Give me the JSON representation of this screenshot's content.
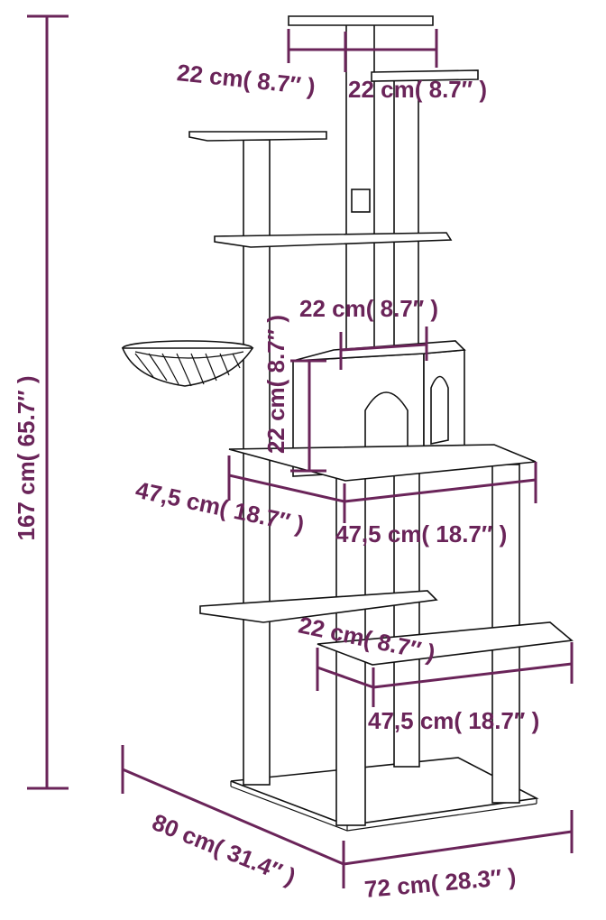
{
  "accent_color": "#6a2459",
  "labels": {
    "total_height": "167 cm( 65.7″ )",
    "top_platform_a": "22 cm( 8.7″ )",
    "top_platform_b": "22 cm( 8.7″ )",
    "condo_width": "22 cm( 8.7″ )",
    "condo_height": "22 cm( 8.7″ )",
    "mid_platform_depth": "47,5 cm( 18.7″ )",
    "mid_platform_width": "47,5 cm( 18.7″ )",
    "low_platform_depth": "22 cm( 8.7″ )",
    "low_platform_width": "47,5 cm( 18.7″ )",
    "base_depth": "80 cm( 31.4″ )",
    "base_width": "72 cm( 28.3″ )"
  },
  "icons": {
    "product": "cat-tree-illustration"
  }
}
